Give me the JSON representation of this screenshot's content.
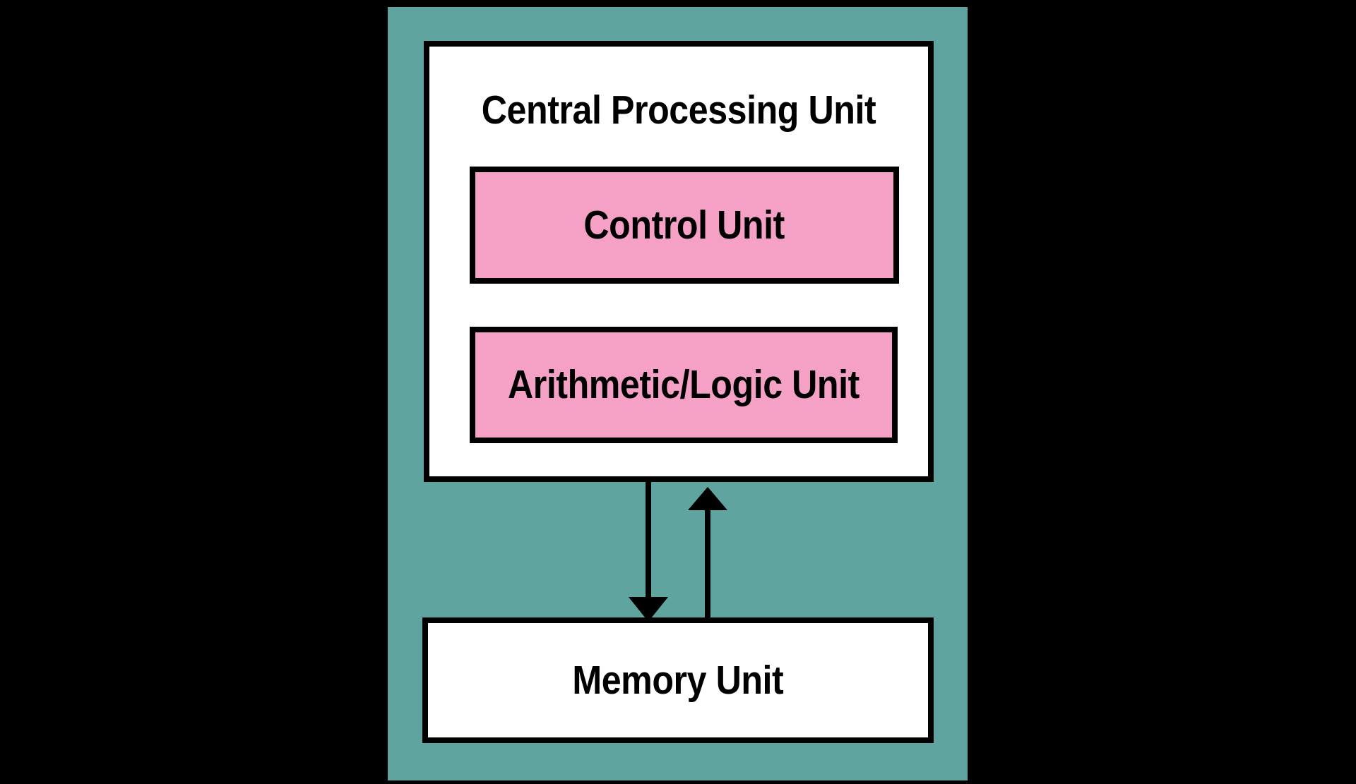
{
  "diagram": {
    "title_text": "Central Processing Unit",
    "background_color": "#000000",
    "panel_color": "#5fa49e",
    "box_fill_color": "#ffffff",
    "accent_color": "#f5a1c5",
    "stroke_color": "#000000",
    "nodes": {
      "cpu": {
        "label": "Central Processing Unit"
      },
      "control_unit": {
        "label": "Control Unit"
      },
      "alu": {
        "label": "Arithmetic/Logic Unit"
      },
      "memory": {
        "label": "Memory Unit"
      }
    },
    "connectors": [
      {
        "name": "cpu-to-memory",
        "direction": "down",
        "from": "cpu",
        "to": "memory"
      },
      {
        "name": "memory-to-cpu",
        "direction": "up",
        "from": "memory",
        "to": "cpu"
      }
    ]
  }
}
